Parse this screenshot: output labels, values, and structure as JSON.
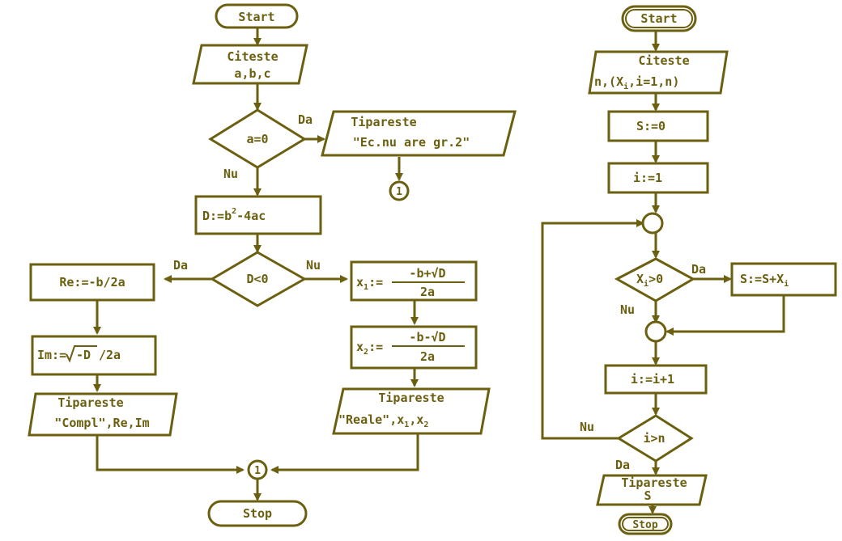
{
  "left_flowchart": {
    "start_label": "Start",
    "read": {
      "line1": "Citeste",
      "line2": "a,b,c"
    },
    "cond_a": {
      "label": "a=0",
      "yes": "Da",
      "no": "Nu"
    },
    "print_error": {
      "line1": "Tipareste",
      "line2": "\"Ec.nu are gr.2\""
    },
    "connector_error": "1",
    "compute_d": {
      "label_prefix": "D:=b",
      "label_sup": "2",
      "label_suffix": "-4ac"
    },
    "cond_d": {
      "label": "D<0",
      "yes": "Da",
      "no": "Nu"
    },
    "re_assign": "Re:=-b/2a",
    "im_assign": {
      "prefix": "Im:=",
      "radical": "-D",
      "suffix": "/2a"
    },
    "print_complex": {
      "line1": "Tipareste",
      "line2": "\"Compl\",Re,Im"
    },
    "x1_assign": {
      "var": "x",
      "sub": "1",
      "assign": ":=",
      "numerator": "-b+√D",
      "denominator": "2a"
    },
    "x2_assign": {
      "var": "x",
      "sub": "2",
      "assign": ":=",
      "numerator": "-b-√D",
      "denominator": "2a"
    },
    "print_real": {
      "line1": "Tipareste",
      "line2_prefix": "\"Reale\",x",
      "sub1": "1",
      "mid": ",x",
      "sub2": "2"
    },
    "connector_join": "1",
    "stop_label": "Stop"
  },
  "right_flowchart": {
    "start_label": "Start",
    "read": {
      "line1": "Citeste",
      "line2": "n,(X",
      "line2_sub": "i",
      "line2_end": ",i=1,n)"
    },
    "init_s": "S:=0",
    "init_i": "i:=1",
    "cond_x": {
      "var": "X",
      "sub": "i",
      "rest": ">0",
      "yes": "Da",
      "no": "Nu"
    },
    "sum_assign": {
      "prefix": "S:=S+X",
      "sub": "i"
    },
    "incr_i": "i:=i+1",
    "cond_i": {
      "label": "i>n",
      "yes": "Da",
      "no": "Nu"
    },
    "print_s": {
      "line1": "Tipareste",
      "line2": "S"
    },
    "stop_label": "Stop"
  },
  "colors": {
    "ink": "#6b5f10",
    "background": "#ffffff"
  }
}
